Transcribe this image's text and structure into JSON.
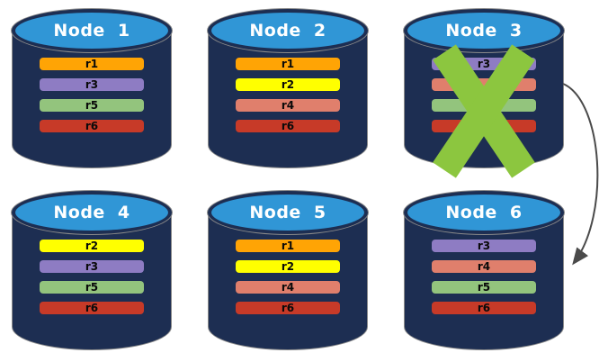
{
  "diagram": {
    "background_color": "#ffffff",
    "cylinder_body_color": "#1D2E52",
    "cylinder_top_color": "#3096D6",
    "cylinder_outline_color": "#8a8a8a",
    "title_text_color": "#ffffff",
    "bar_label_color": "#0a0a0a"
  },
  "replica_colors": {
    "r1": "#FFA405",
    "r2": "#FFFF00",
    "r3": "#8E7CC3",
    "r4": "#E07F6C",
    "r5": "#93C47D",
    "r6": "#C73A28"
  },
  "nodes": [
    {
      "title": "Node 1",
      "failed": false,
      "replicas": [
        {
          "label": "r1",
          "color": "#FFA405"
        },
        {
          "label": "r3",
          "color": "#8E7CC3"
        },
        {
          "label": "r5",
          "color": "#93C47D"
        },
        {
          "label": "r6",
          "color": "#C73A28"
        }
      ]
    },
    {
      "title": "Node 2",
      "failed": false,
      "replicas": [
        {
          "label": "r1",
          "color": "#FFA405"
        },
        {
          "label": "r2",
          "color": "#FFFF00"
        },
        {
          "label": "r4",
          "color": "#E07F6C"
        },
        {
          "label": "r6",
          "color": "#C73A28"
        }
      ]
    },
    {
      "title": "Node 3",
      "failed": true,
      "replicas": [
        {
          "label": "r3",
          "color": "#8E7CC3"
        },
        {
          "label": "",
          "color": "#E07F6C"
        },
        {
          "label": "",
          "color": "#93C47D"
        },
        {
          "label": "",
          "color": "#C73A28"
        }
      ]
    },
    {
      "title": "Node 4",
      "failed": false,
      "replicas": [
        {
          "label": "r2",
          "color": "#FFFF00"
        },
        {
          "label": "r3",
          "color": "#8E7CC3"
        },
        {
          "label": "r5",
          "color": "#93C47D"
        },
        {
          "label": "r6",
          "color": "#C73A28"
        }
      ]
    },
    {
      "title": "Node 5",
      "failed": false,
      "replicas": [
        {
          "label": "r1",
          "color": "#FFA405"
        },
        {
          "label": "r2",
          "color": "#FFFF00"
        },
        {
          "label": "r4",
          "color": "#E07F6C"
        },
        {
          "label": "r6",
          "color": "#C73A28"
        }
      ]
    },
    {
      "title": "Node 6",
      "failed": false,
      "replicas": [
        {
          "label": "r3",
          "color": "#8E7CC3"
        },
        {
          "label": "r4",
          "color": "#E07F6C"
        },
        {
          "label": "r5",
          "color": "#93C47D"
        },
        {
          "label": "r6",
          "color": "#C73A28"
        }
      ]
    }
  ],
  "failure_mark": {
    "shape": "x-cross",
    "color": "#8CC63F",
    "on_node": "Node 3"
  },
  "arrow": {
    "color": "#4A4A4A",
    "from_node": "Node 3",
    "to_node": "Node 6"
  }
}
